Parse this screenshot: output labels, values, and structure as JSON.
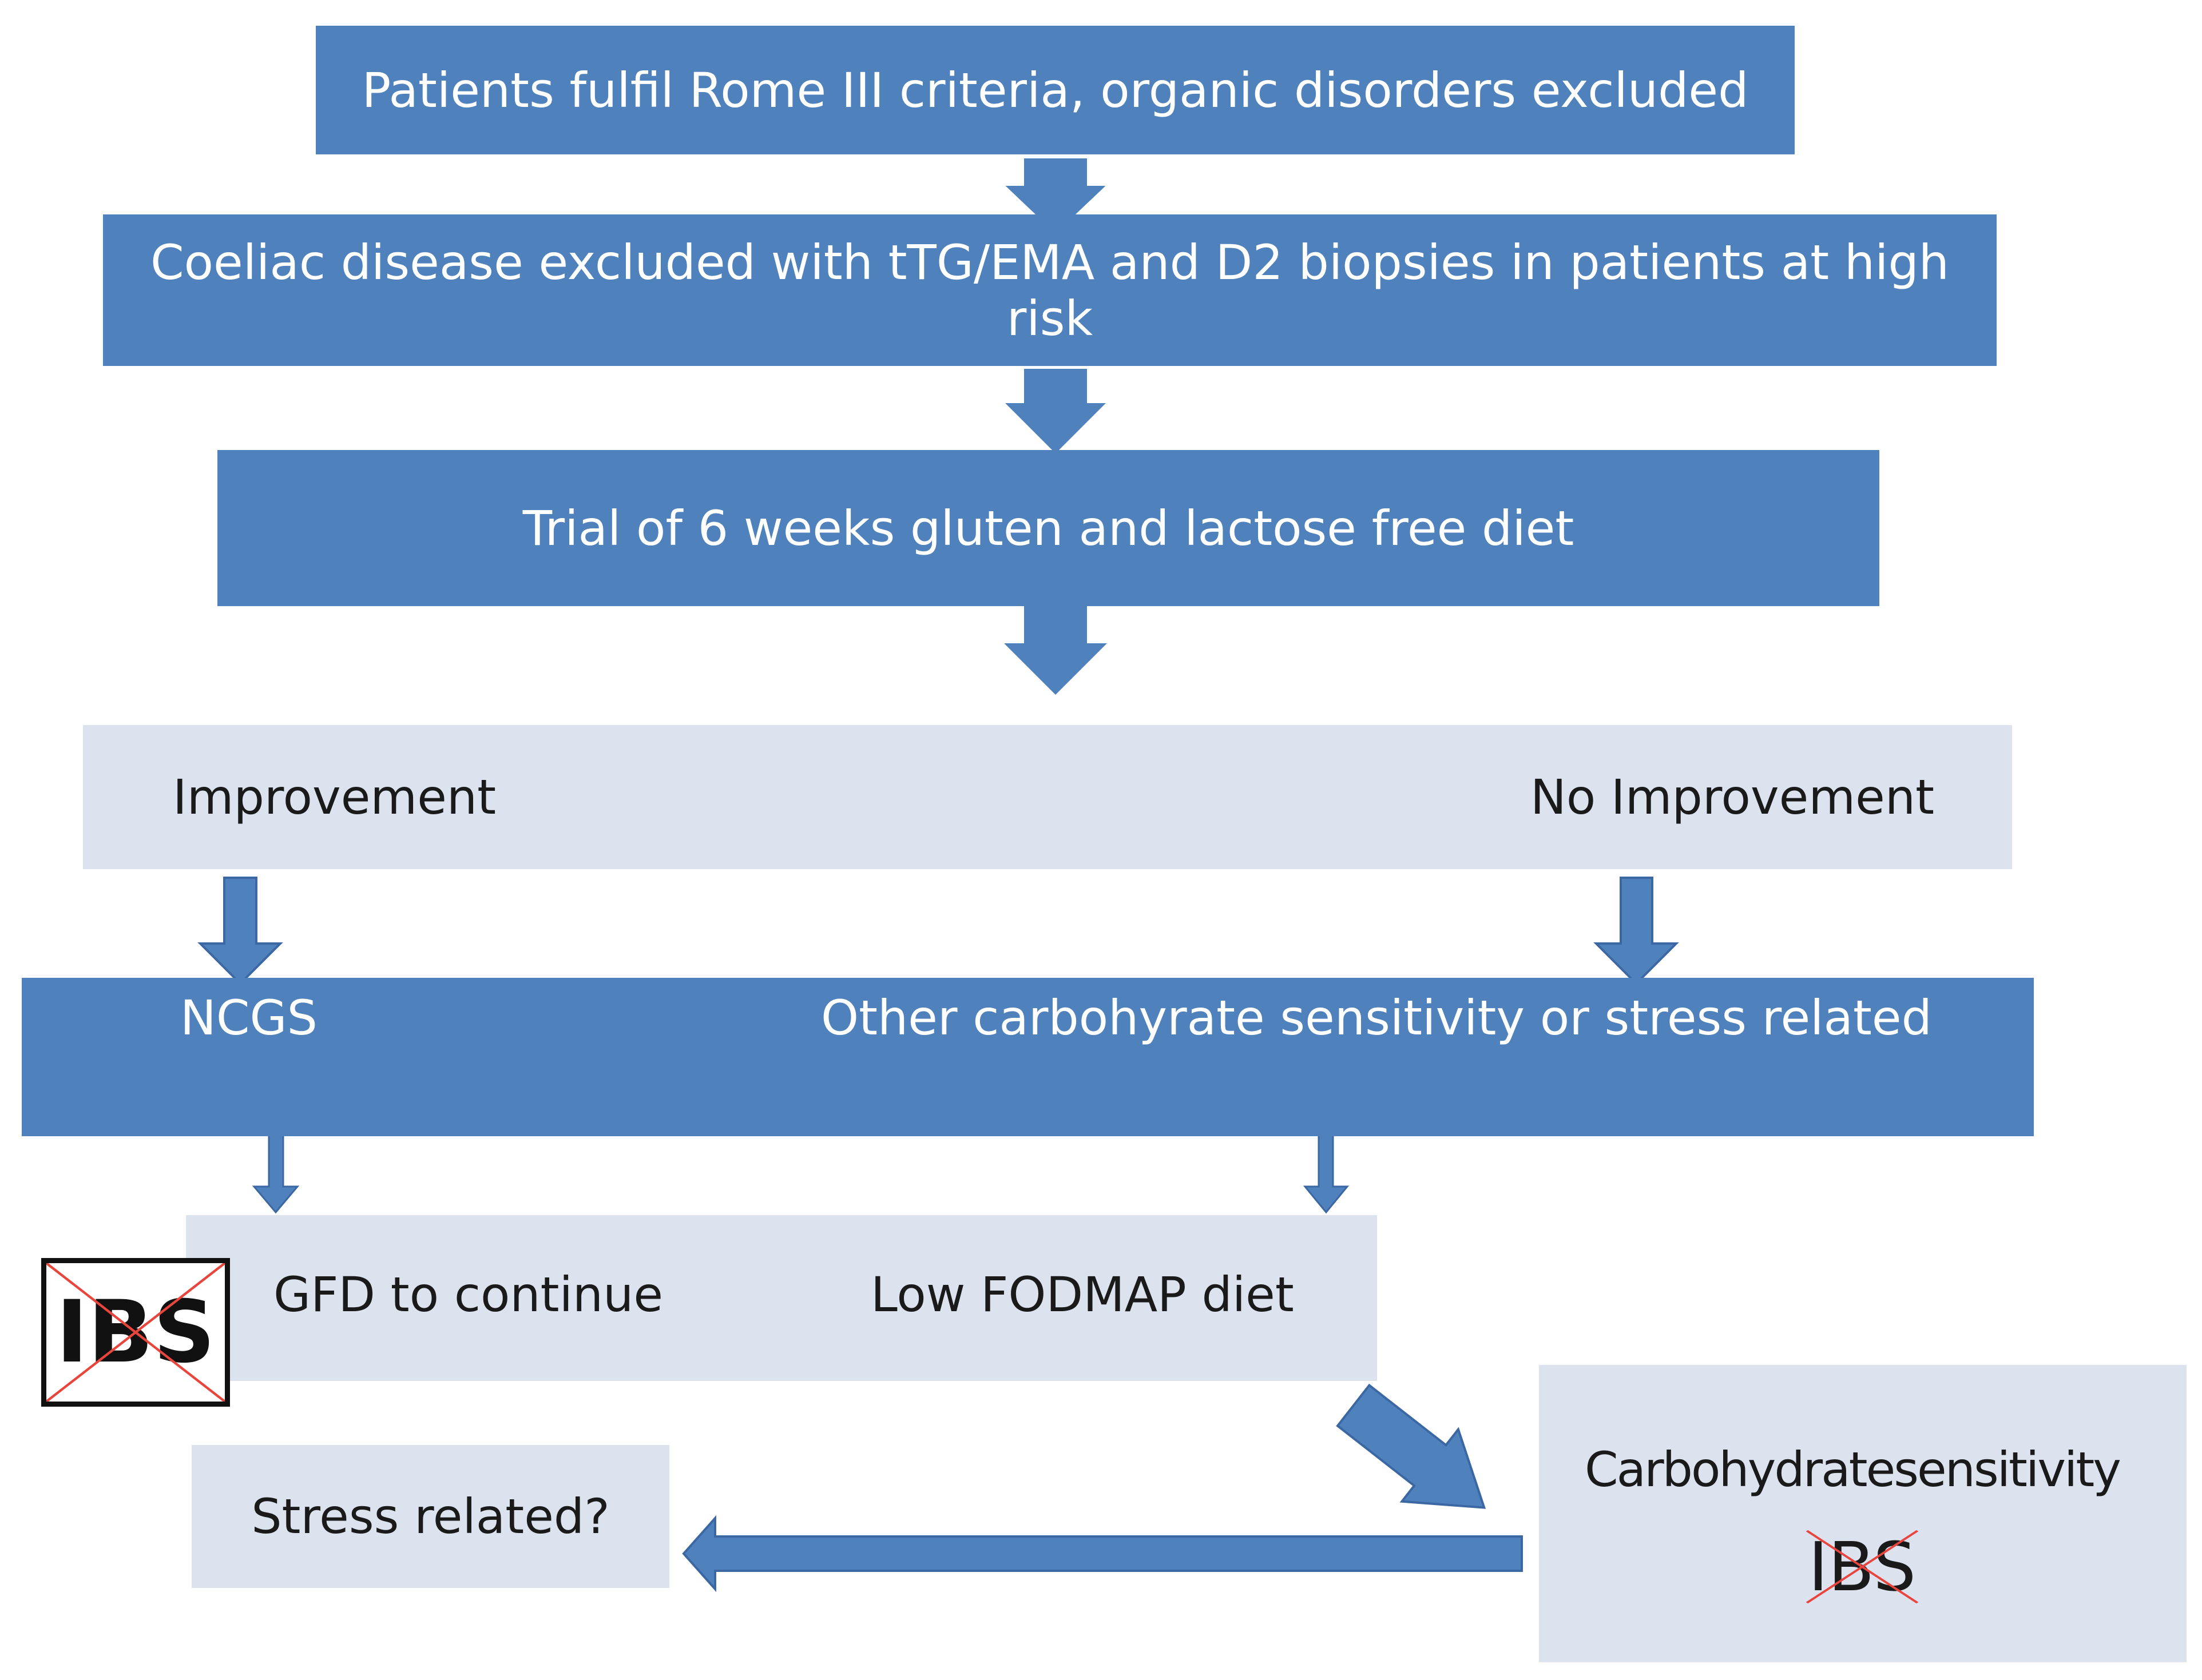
{
  "diagram": {
    "step1": "Patients fulfil Rome III criteria, organic disorders excluded",
    "step2": "Coeliac disease excluded with tTG/EMA and D2 biopsies in patients at high risk",
    "step3": "Trial of 6 weeks gluten and lactose free diet",
    "outcome_improvement": "Improvement",
    "outcome_no_improvement": "No Improvement",
    "ncgs": "NCGS",
    "other_sensitivity": "Other carbohyrate sensitivity or stress related",
    "gfd_continue": "GFD to continue",
    "low_fodmap": "Low FODMAP diet",
    "carbohydrate_sensitivity": "Carbohydratesensitivity",
    "stress_related": "Stress related?",
    "ibs_label_left": "IBS",
    "ibs_label_right": "IBS"
  },
  "colors": {
    "primary_box": "#4f81bd",
    "secondary_box": "#dce2ee",
    "cross_mark": "#e8453c"
  }
}
